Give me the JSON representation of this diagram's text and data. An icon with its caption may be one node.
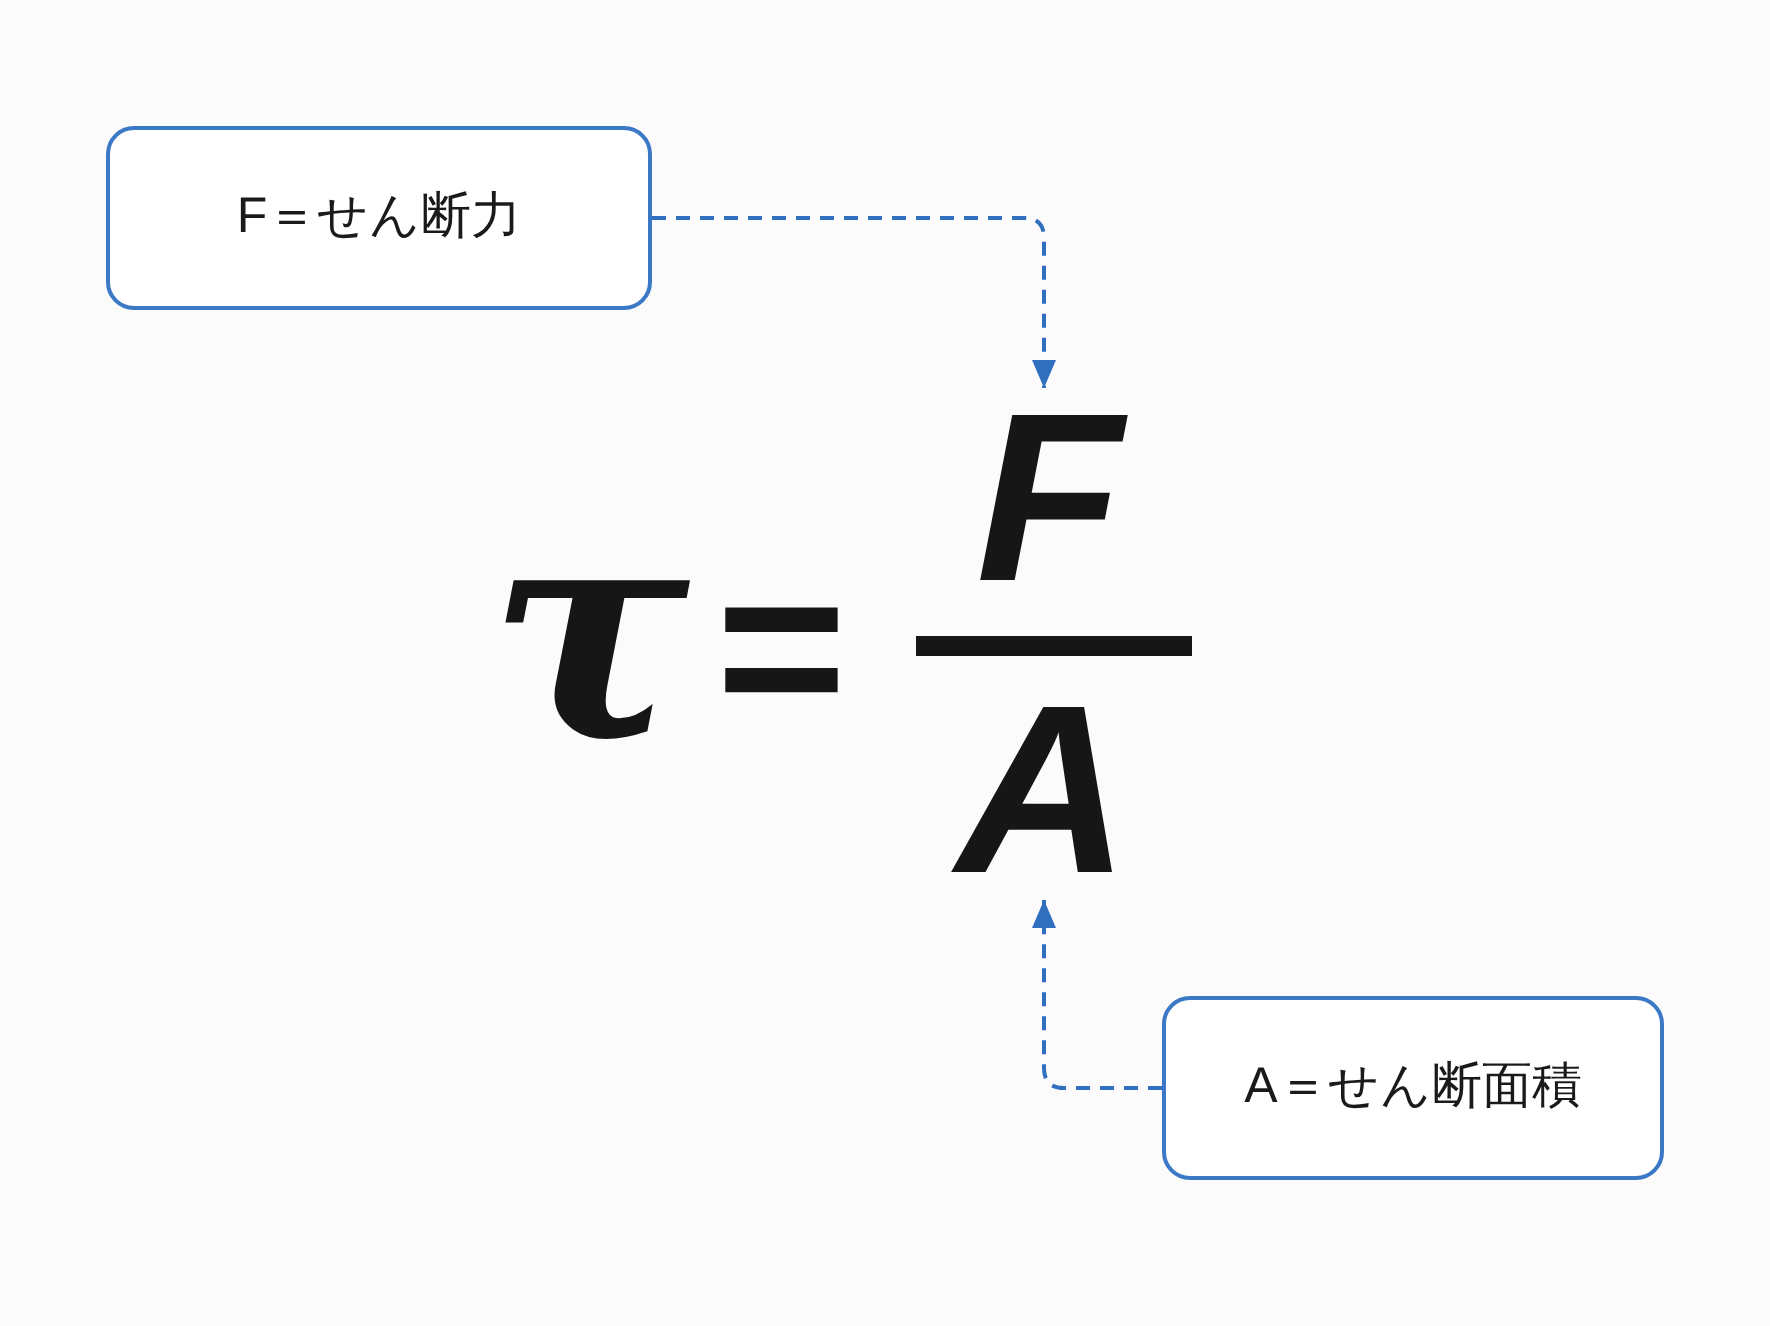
{
  "diagram": {
    "nodes": [
      {
        "text": [
          "F＝せん断力"
        ]
      },
      {
        "text": [
          "F"
        ]
      },
      {
        "text": [
          "A"
        ]
      },
      {
        "text": [
          "A＝せん断面積"
        ]
      }
    ],
    "edges": [
      {
        "from": 0,
        "to": 1,
        "arrow": "to",
        "style": "dashed"
      },
      {
        "from": 3,
        "to": 2,
        "arrow": "to",
        "style": "dashed"
      }
    ],
    "labels": [
      "τ",
      "="
    ]
  }
}
